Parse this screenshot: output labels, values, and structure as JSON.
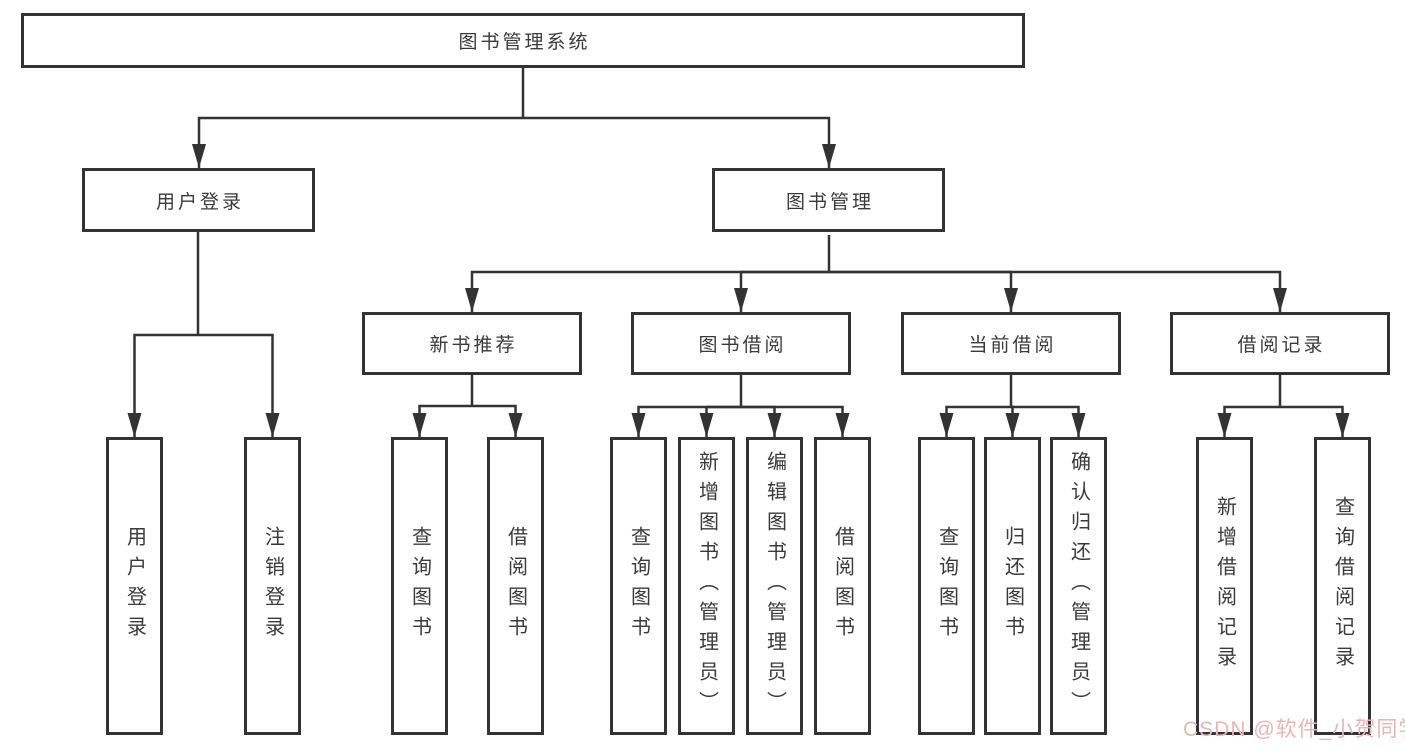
{
  "diagram_title": "图书管理系统",
  "tree": {
    "root": {
      "label": "图书管理系统"
    },
    "branches": [
      {
        "label": "用户登录",
        "children": [
          {
            "label": "用户登录"
          },
          {
            "label": "注销登录"
          }
        ]
      },
      {
        "label": "图书管理",
        "sections": [
          {
            "label": "新书推荐",
            "children": [
              {
                "label": "查询图书"
              },
              {
                "label": "借阅图书"
              }
            ]
          },
          {
            "label": "图书借阅",
            "children": [
              {
                "label": "查询图书"
              },
              {
                "label": "新增图书（管理员）"
              },
              {
                "label": "编辑图书（管理员）"
              },
              {
                "label": "借阅图书"
              }
            ]
          },
          {
            "label": "当前借阅",
            "children": [
              {
                "label": "查询图书"
              },
              {
                "label": "归还图书"
              },
              {
                "label": "确认归还（管理员）"
              }
            ]
          },
          {
            "label": "借阅记录",
            "children": [
              {
                "label": "新增借阅记录"
              },
              {
                "label": "查询借阅记录"
              }
            ]
          }
        ]
      }
    ]
  },
  "watermark": {
    "text": "CSDN @软件_小贺同学",
    "color": "#e8b6b6"
  },
  "colors": {
    "line": "#333333",
    "text": "#3a3a3a",
    "background": "#ffffff"
  }
}
